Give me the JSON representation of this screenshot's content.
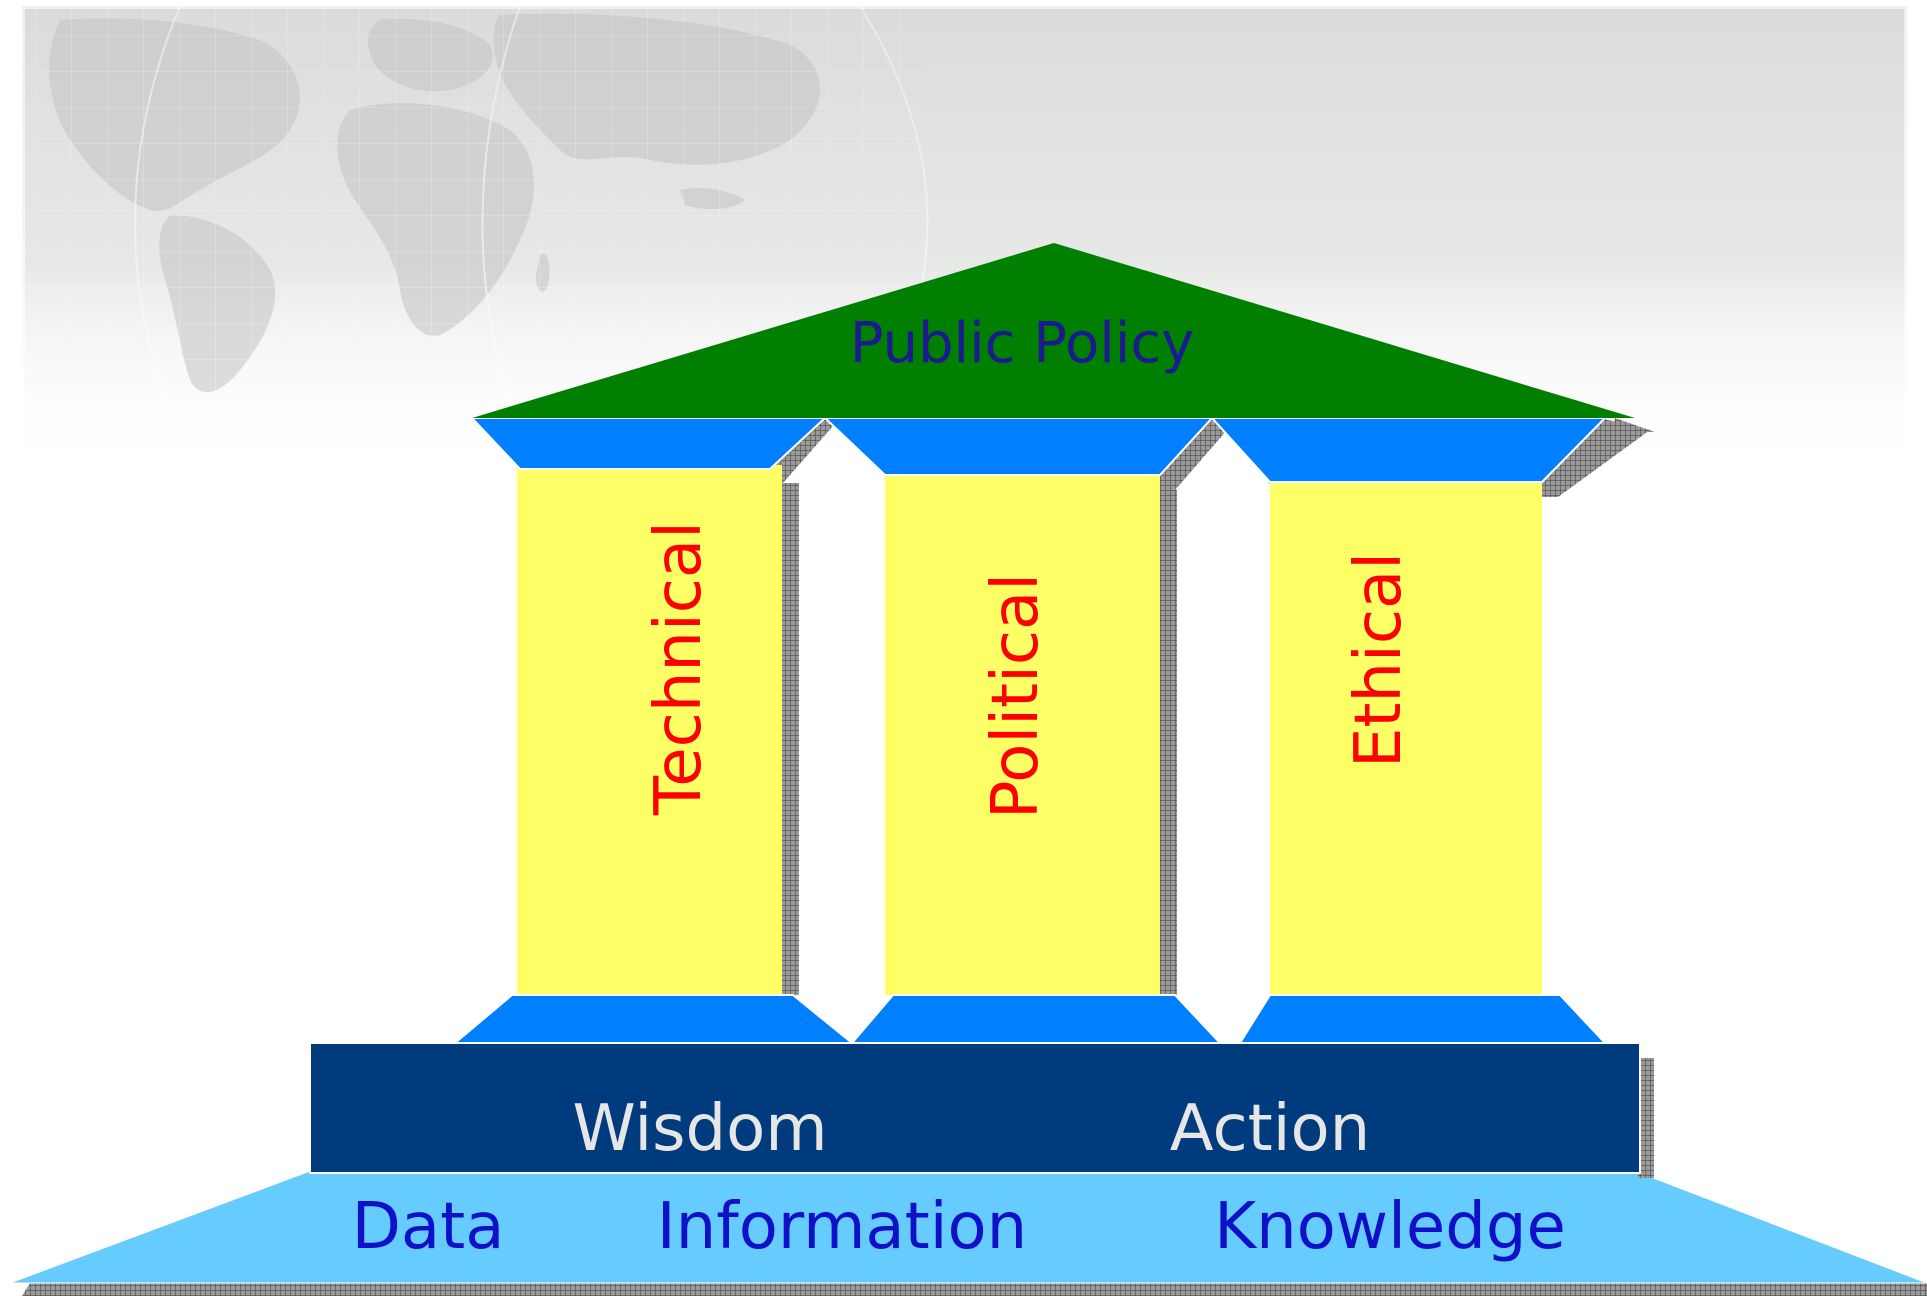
{
  "roof": {
    "label": "Public Policy",
    "color": "#007f00",
    "text_color": "#1b1b8f"
  },
  "pillars": [
    {
      "label": "Technical"
    },
    {
      "label": "Political"
    },
    {
      "label": "Ethical"
    }
  ],
  "pillar_style": {
    "column_color": "#ffff66",
    "capital_color": "#0080ff",
    "text_color": "#ff0000"
  },
  "upper_base": {
    "labels": [
      "Wisdom",
      "Action"
    ],
    "color": "#003c7d",
    "text_color": "#e6e6e6"
  },
  "lower_base": {
    "labels": [
      "Data",
      "Information",
      "Knowledge"
    ],
    "color": "#66ccff",
    "text_color": "#1010c8"
  },
  "background": {
    "header_gray": "#d9dcd9",
    "map_gray": "#c2c5c2"
  }
}
